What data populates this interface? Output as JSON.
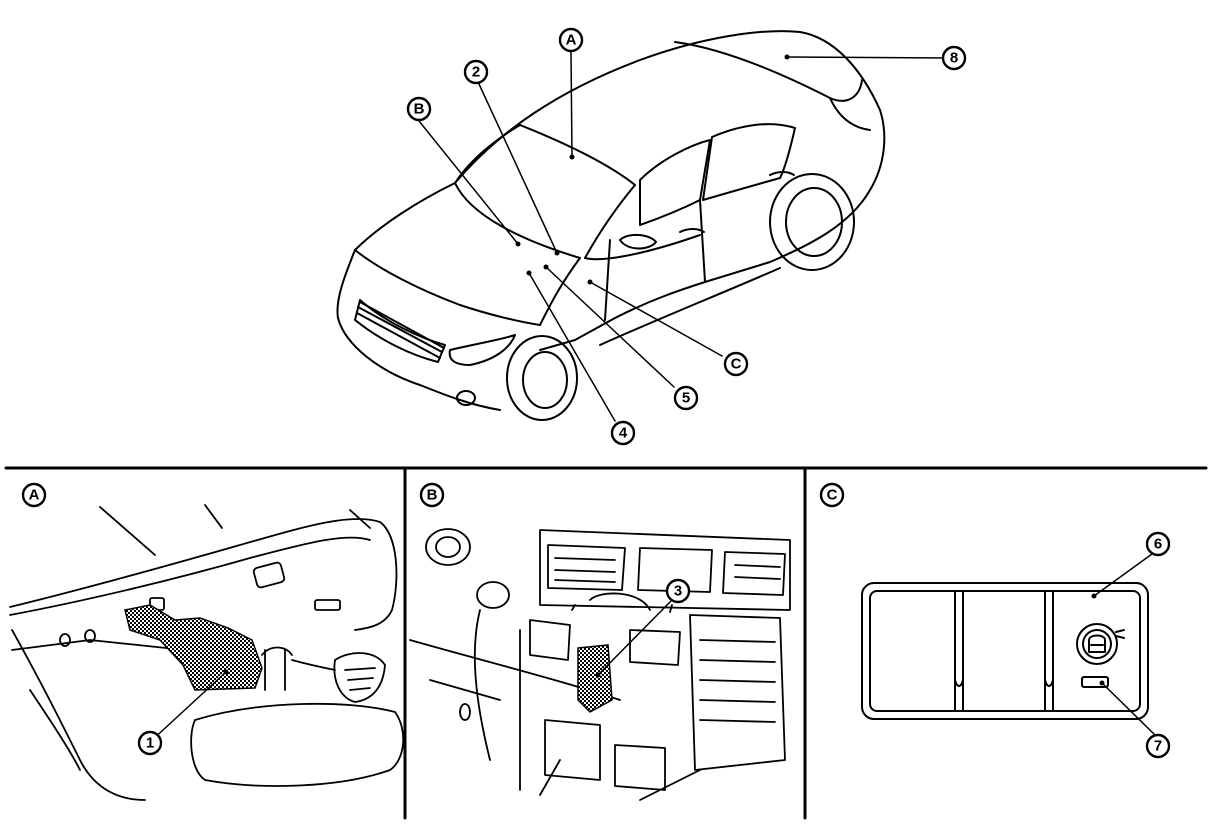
{
  "main_view": {
    "callouts": [
      {
        "key": "A",
        "text": "A"
      },
      {
        "key": "B",
        "text": "B"
      },
      {
        "key": "C",
        "text": "C"
      },
      {
        "key": "2",
        "text": "2"
      },
      {
        "key": "4",
        "text": "4"
      },
      {
        "key": "5",
        "text": "5"
      },
      {
        "key": "8",
        "text": "8"
      }
    ]
  },
  "panels": [
    {
      "id": "A",
      "label": "A",
      "callouts": [
        {
          "text": "1"
        }
      ]
    },
    {
      "id": "B",
      "label": "B",
      "callouts": [
        {
          "text": "3"
        }
      ]
    },
    {
      "id": "C",
      "label": "C",
      "callouts": [
        {
          "text": "6"
        },
        {
          "text": "7"
        }
      ]
    }
  ]
}
